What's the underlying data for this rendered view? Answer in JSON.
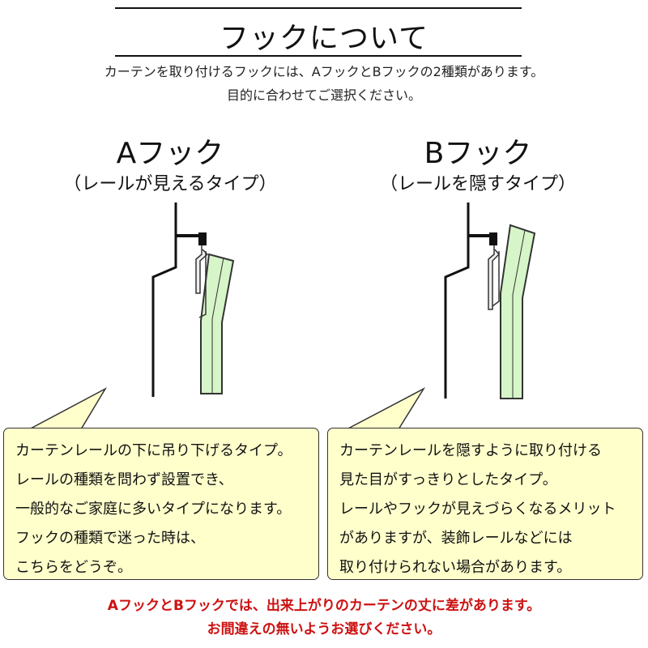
{
  "header": {
    "title": "フックについて",
    "intro_lines": [
      "カーテンを取り付けるフックには、AフックとBフックの2種類があります。",
      "目的に合わせてご選択ください。"
    ]
  },
  "hook_a": {
    "name": "Aフック",
    "subtitle": "（レールが見えるタイプ）",
    "description_lines": [
      "カーテンレールの下に吊り下げるタイプ。",
      "レールの種類を問わず設置でき、",
      "一般的なご家庭に多いタイプになります。",
      "フックの種類で迷った時は、",
      "こちらをどうぞ。"
    ]
  },
  "hook_b": {
    "name": "Bフック",
    "subtitle": "（レールを隠すタイプ）",
    "description_lines": [
      "カーテンレールを隠すように取り付ける",
      "見た目がすっきりとしたタイプ。",
      "レールやフックが見えづらくなるメリット",
      "がありますが、装飾レールなどには",
      "取り付けられない場合があります。"
    ]
  },
  "notice": {
    "lines": [
      "AフックとBフックでは、出来上がりのカーテンの丈に差があります。",
      "お間違えの無いようお選びください。"
    ]
  },
  "colors": {
    "curtain_fill": "#d6f5c8",
    "bubble_fill": "#ffffcc",
    "notice_text": "#cc1111"
  },
  "icons": {
    "hook_a_diagram": "wall-rail-hook-curtain-diagram",
    "hook_b_diagram": "wall-rail-hidden-hook-curtain-diagram"
  }
}
